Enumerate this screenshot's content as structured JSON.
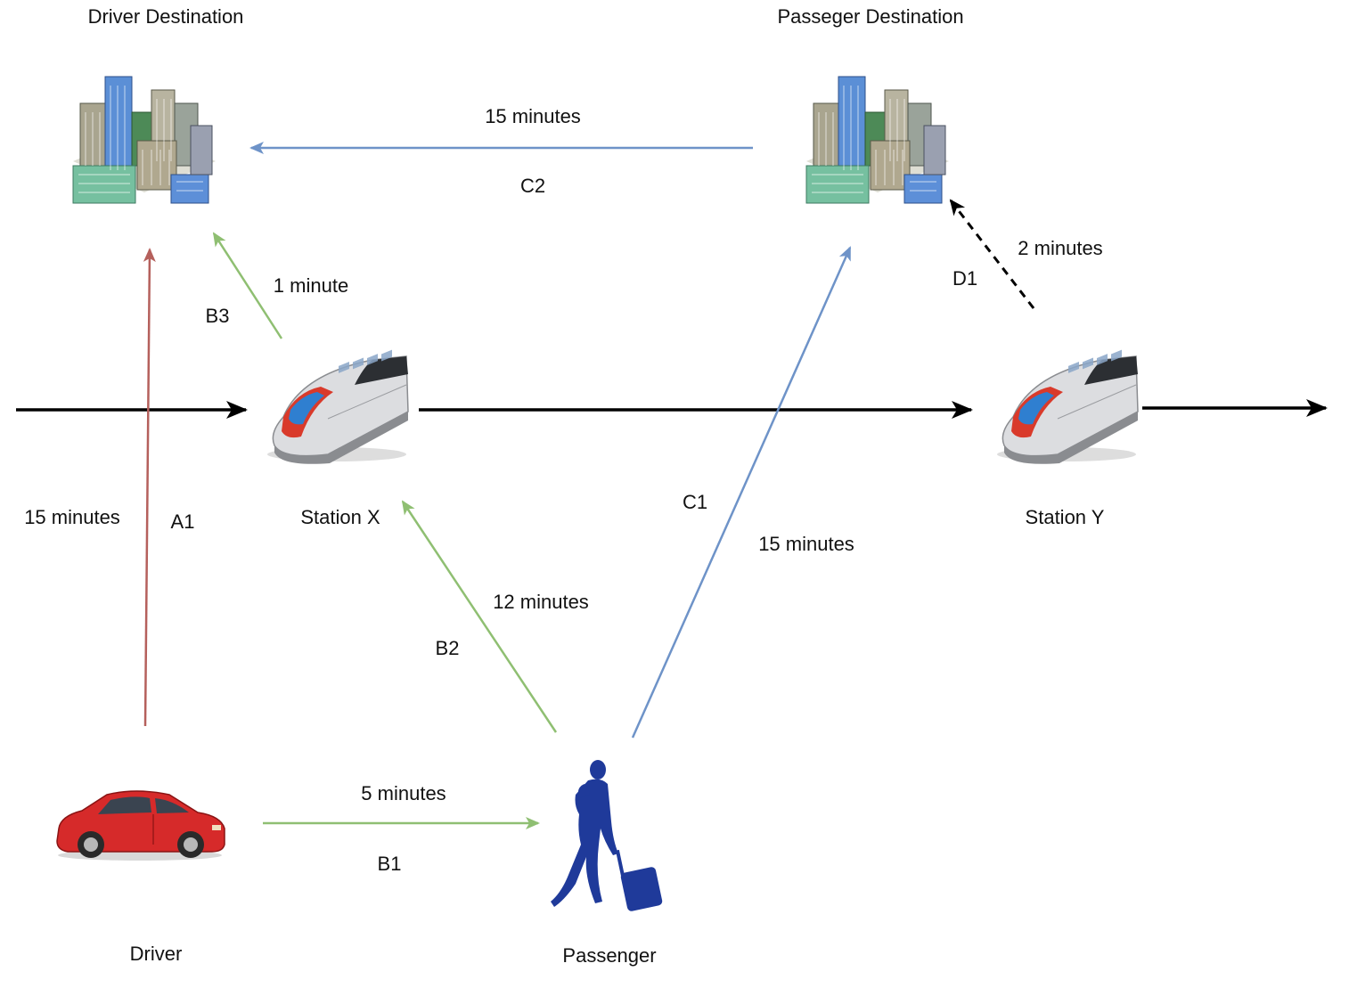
{
  "nodes": {
    "driver_destination": "Driver Destination",
    "passenger_destination": "Passeger Destination",
    "station_x": "Station X",
    "station_y": "Station Y",
    "driver": "Driver",
    "passenger": "Passenger"
  },
  "edges": {
    "a1": {
      "id": "A1",
      "time": "15 minutes",
      "color": "#b5605c"
    },
    "b1": {
      "id": "B1",
      "time": "5 minutes",
      "color": "#8fbf72"
    },
    "b2": {
      "id": "B2",
      "time": "12 minutes",
      "color": "#8fbf72"
    },
    "b3": {
      "id": "B3",
      "time": "1 minute",
      "color": "#8fbf72"
    },
    "c1": {
      "id": "C1",
      "time": "15 minutes",
      "color": "#6e93c8"
    },
    "c2": {
      "id": "C2",
      "time": "15 minutes",
      "color": "#6e93c8"
    },
    "d1": {
      "id": "D1",
      "time": "2 minutes",
      "color": "#000000"
    }
  },
  "icons": {
    "buildings": "city-buildings-icon",
    "train": "high-speed-train-icon",
    "car": "red-car-icon",
    "person": "walking-passenger-icon"
  },
  "colors": {
    "rail_line": "#000000"
  }
}
